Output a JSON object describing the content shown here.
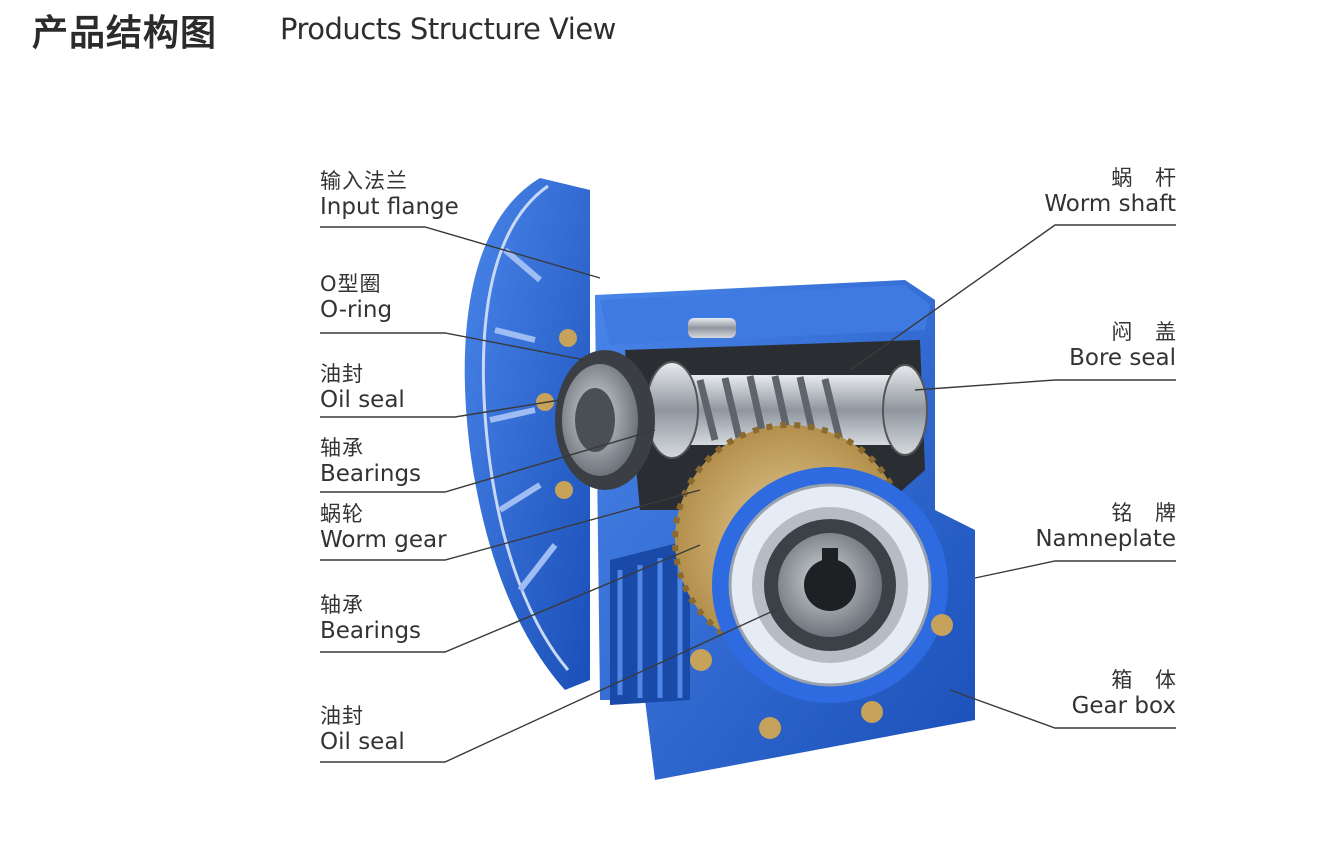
{
  "header": {
    "title_cn": "产品结构图",
    "title_en": "Products Structure View"
  },
  "labels": {
    "left": [
      {
        "cn": "输入法兰",
        "en": "Input flange"
      },
      {
        "cn": "O型圈",
        "en": "O-ring"
      },
      {
        "cn": "油封",
        "en": "Oil seal"
      },
      {
        "cn": "轴承",
        "en": "Bearings"
      },
      {
        "cn": "蜗轮",
        "en": "Worm gear"
      },
      {
        "cn": "轴承",
        "en": "Bearings"
      },
      {
        "cn": "油封",
        "en": "Oil seal"
      }
    ],
    "right": [
      {
        "cn": "蜗 杆",
        "en": "Worm shaft"
      },
      {
        "cn": "闷 盖",
        "en": "Bore seal"
      },
      {
        "cn": "铭 牌",
        "en": "Namneplate"
      },
      {
        "cn": "箱 体",
        "en": "Gear box"
      }
    ]
  },
  "colors": {
    "housing": "#1f5fd0",
    "housing_light": "#4a86ea",
    "steel": "#a9b0b8",
    "bronze": "#c9a86a",
    "leader": "#3a3a3a"
  }
}
